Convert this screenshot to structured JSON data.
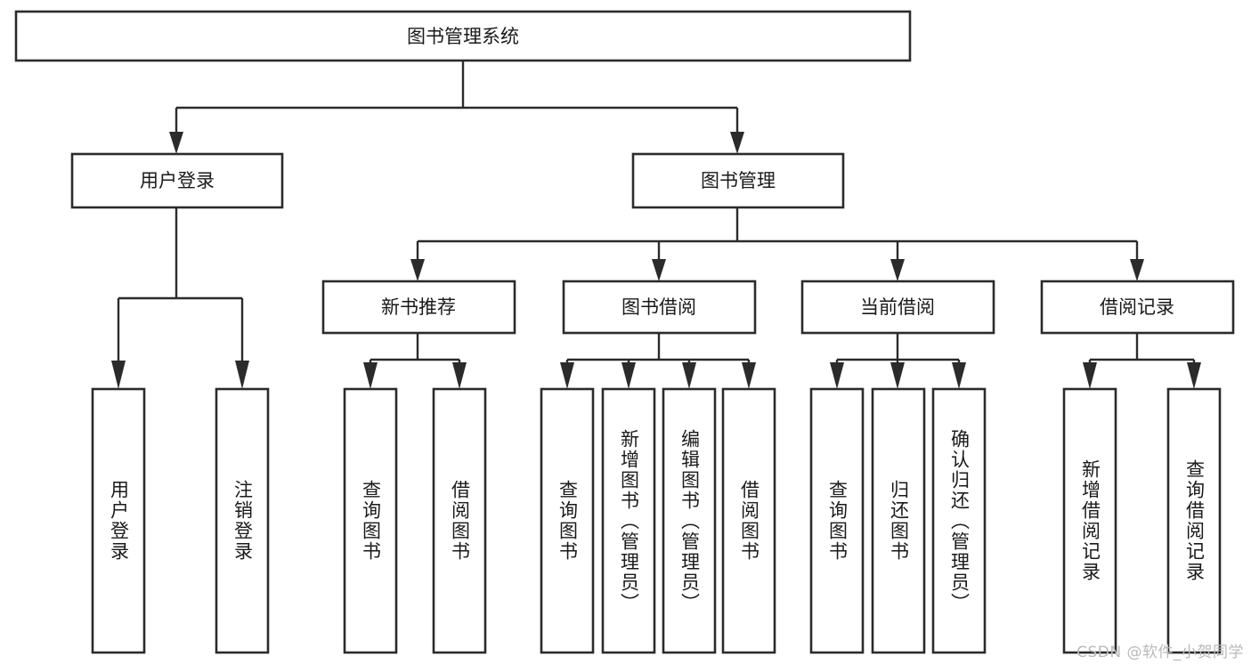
{
  "diagram": {
    "type": "tree-hierarchy",
    "title": "图书管理系统",
    "orientation": "top-down",
    "root": {
      "id": "root",
      "label": "图书管理系统"
    },
    "level2": [
      {
        "id": "user-login",
        "label": "用户登录"
      },
      {
        "id": "book-manage",
        "label": "图书管理"
      }
    ],
    "level3": [
      {
        "id": "new-book-recommend",
        "label": "新书推荐",
        "parent": "book-manage"
      },
      {
        "id": "book-borrow",
        "label": "图书借阅",
        "parent": "book-manage"
      },
      {
        "id": "current-borrow",
        "label": "当前借阅",
        "parent": "book-manage"
      },
      {
        "id": "borrow-record",
        "label": "借阅记录",
        "parent": "book-manage"
      }
    ],
    "leaves": [
      {
        "id": "leaf-user-login",
        "label": "用户登录",
        "parent": "user-login"
      },
      {
        "id": "leaf-user-logout",
        "label": "注销登录",
        "parent": "user-login"
      },
      {
        "id": "leaf-query-book-1",
        "label": "查询图书",
        "parent": "new-book-recommend"
      },
      {
        "id": "leaf-borrow-book-1",
        "label": "借阅图书",
        "parent": "new-book-recommend"
      },
      {
        "id": "leaf-query-book-2",
        "label": "查询图书",
        "parent": "book-borrow"
      },
      {
        "id": "leaf-add-book",
        "label": "新增图书（管理员）",
        "parent": "book-borrow"
      },
      {
        "id": "leaf-edit-book",
        "label": "编辑图书（管理员）",
        "parent": "book-borrow"
      },
      {
        "id": "leaf-borrow-book-2",
        "label": "借阅图书",
        "parent": "book-borrow"
      },
      {
        "id": "leaf-query-book-3",
        "label": "查询图书",
        "parent": "current-borrow"
      },
      {
        "id": "leaf-return-book",
        "label": "归还图书",
        "parent": "current-borrow"
      },
      {
        "id": "leaf-confirm-return",
        "label": "确认归还（管理员）",
        "parent": "current-borrow"
      },
      {
        "id": "leaf-add-record",
        "label": "新增借阅记录",
        "parent": "borrow-record"
      },
      {
        "id": "leaf-query-record",
        "label": "查询借阅记录",
        "parent": "borrow-record"
      }
    ],
    "colors": {
      "stroke": "#2b2b2b",
      "fill": "#ffffff",
      "text": "#1a1a1a",
      "watermark": "#b9b9b9"
    }
  },
  "watermark": {
    "text": "CSDN @软件_小贺同学"
  }
}
